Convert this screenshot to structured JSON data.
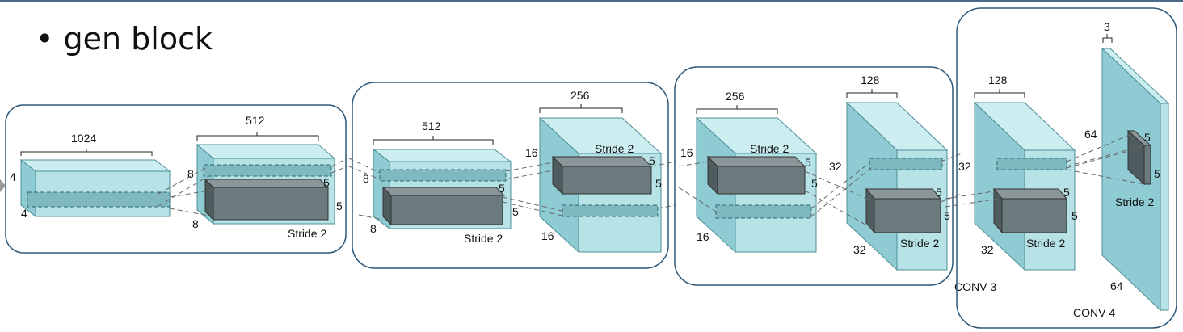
{
  "slide": {
    "bullet": "• gen block"
  },
  "block1": {
    "in_width": "1024",
    "in_side1": "4",
    "in_side2": "4",
    "out_width": "512",
    "out_side1": "8",
    "out_side2": "8",
    "k1": "5",
    "k2": "5",
    "stride": "Stride 2"
  },
  "block2": {
    "in_width": "512",
    "in_side1": "8",
    "in_side2": "8",
    "out_width": "256",
    "out_side1": "16",
    "out_side2": "16",
    "k1": "5",
    "k2": "5",
    "k3": "5",
    "stride_in": "Stride 2",
    "stride_out": "Stride 2"
  },
  "block3": {
    "in_width": "256",
    "in_side1": "16",
    "in_side2": "16",
    "out_width": "128",
    "out_side1": "32",
    "out_side2": "32",
    "k1": "5",
    "k2": "5",
    "k3": "5",
    "k4": "5",
    "stride_in": "Stride 2",
    "stride_out": "Stride 2",
    "conv": "CONV 3"
  },
  "block4": {
    "in_width": "128",
    "in_side1": "32",
    "in_side2": "32",
    "out_width": "3",
    "out_side": "64",
    "out_side2": "64",
    "k1": "5",
    "k2": "5",
    "k3": "5",
    "stride_in": "Stride 2",
    "stride_out": "Stride 2",
    "conv": "CONV 4"
  },
  "colors": {
    "box_border": "#2f5878",
    "teal_face": "#b7e2e6",
    "teal_side": "#8fcbd2",
    "grey_box": "#6b7a7d",
    "dashed": "#555555"
  }
}
